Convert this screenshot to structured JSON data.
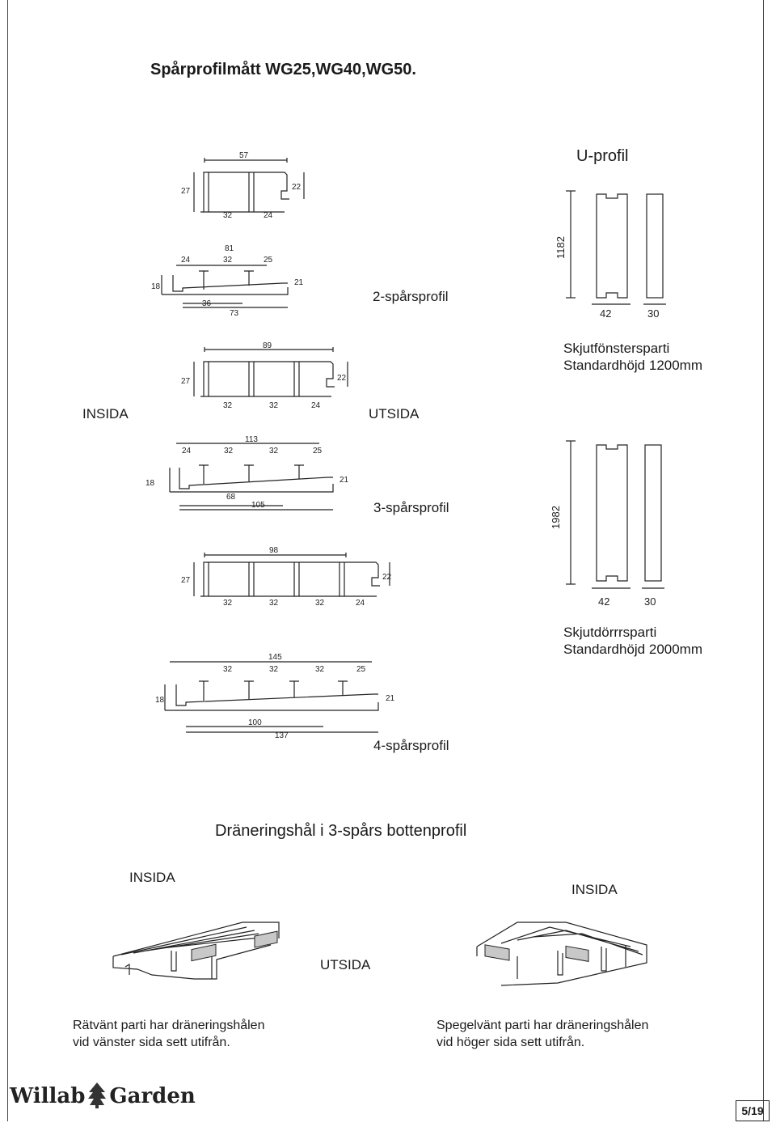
{
  "header": {
    "title": "Spårprofilmått   WG25,WG40,WG50."
  },
  "profiles": {
    "two_track": {
      "name": "2-spårsprofil",
      "top_dims": [
        "57",
        "27",
        "22",
        "32",
        "24"
      ],
      "bottom_dims": [
        "81",
        "24",
        "32",
        "25",
        "18",
        "21",
        "36",
        "73"
      ]
    },
    "three_track": {
      "name": "3-spårsprofil",
      "top_dims": [
        "89",
        "27",
        "22",
        "32",
        "32",
        "24"
      ],
      "bottom_dims": [
        "113",
        "24",
        "32",
        "32",
        "25",
        "18",
        "21",
        "68",
        "105"
      ]
    },
    "four_track": {
      "name": "4-spårsprofil",
      "top_dims": [
        "98",
        "27",
        "22",
        "32",
        "32",
        "32",
        "24"
      ],
      "bottom_dims": [
        "145",
        "32",
        "32",
        "32",
        "25",
        "18",
        "21",
        "100",
        "137"
      ]
    }
  },
  "side_labels": {
    "insida": "INSIDA",
    "utsida": "UTSIDA"
  },
  "uprofil": {
    "title": "U-profil",
    "window": {
      "height": "1182",
      "widths": [
        "42",
        "30"
      ],
      "caption1": "Skjutfönstersparti",
      "caption2": "Standardhöjd 1200mm"
    },
    "door": {
      "height": "1982",
      "widths": [
        "42",
        "30"
      ],
      "caption1": "Skjutdörrrsparti",
      "caption2": "Standardhöjd 2000mm"
    }
  },
  "drainage": {
    "title": "Dräneringshål i 3-spårs bottenprofil",
    "left_label": "INSIDA",
    "right_label": "INSIDA",
    "center_label": "UTSIDA",
    "left_note_1": "Rätvänt parti har dräneringshålen",
    "left_note_2": "vid vänster sida sett utifrån.",
    "right_note_1": "Spegelvänt  parti har dräneringshålen",
    "right_note_2": "vid höger sida sett utifrån."
  },
  "footer": {
    "brand_left": "Willab",
    "brand_right": "Garden",
    "page": "5/19"
  }
}
